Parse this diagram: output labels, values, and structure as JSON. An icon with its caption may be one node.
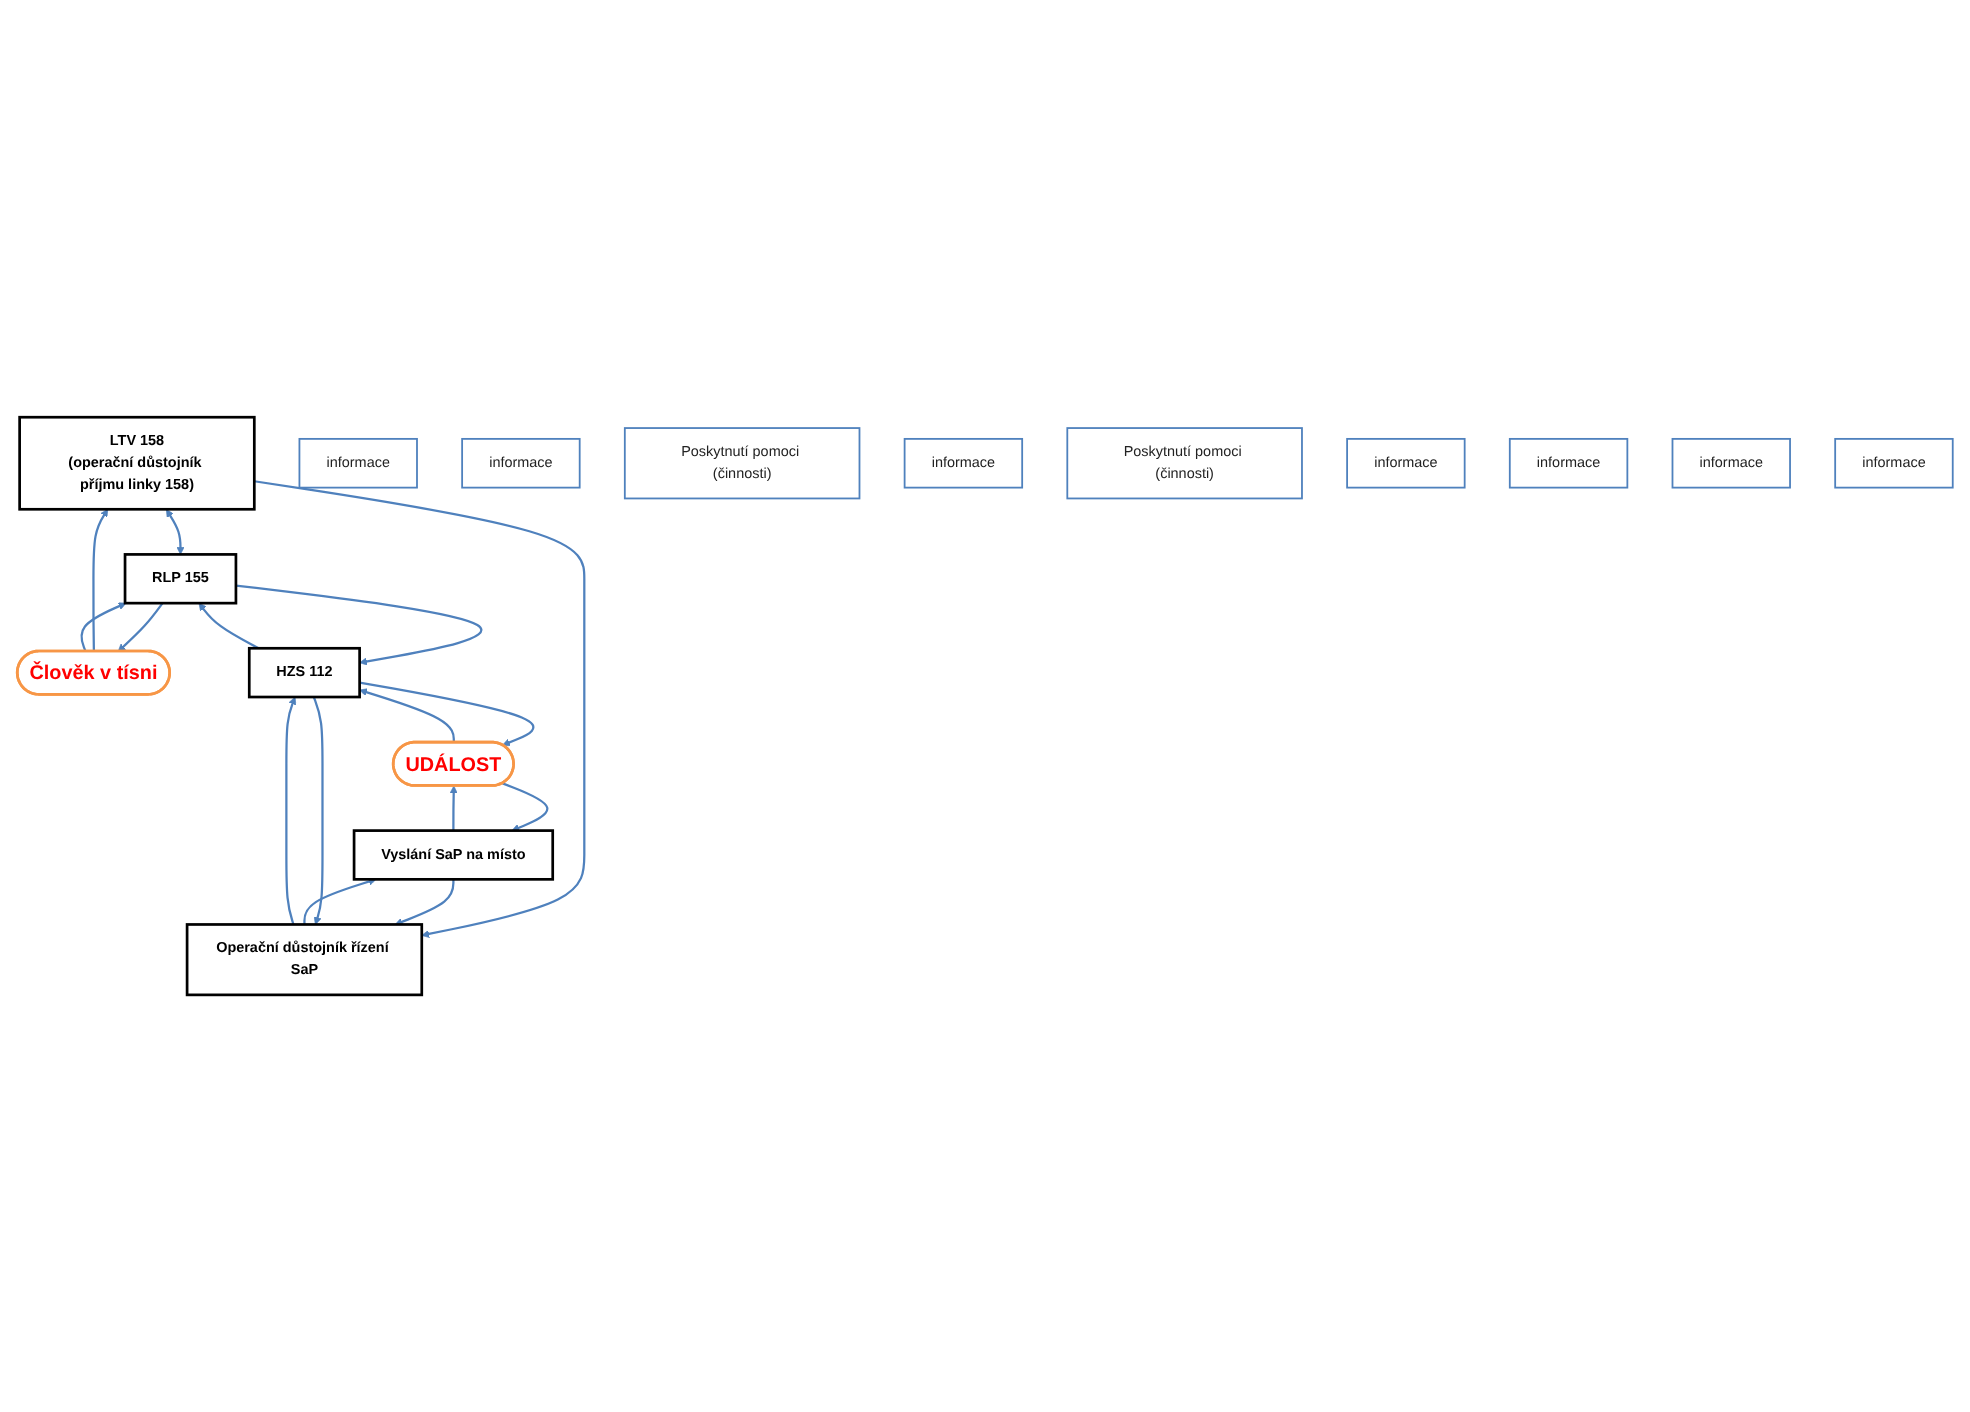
{
  "diagram": {
    "nodes": [
      {
        "text": [
          "LTV 158",
          "(operační důstojník příjmu linky 158)"
        ]
      },
      {
        "text": [
          "informace"
        ]
      },
      {
        "text": [
          "Člověk v tísni"
        ]
      },
      {
        "text": [
          "informace"
        ]
      },
      {
        "text": [
          "RLP 155"
        ]
      },
      {
        "text": [
          "Poskytnutí pomoci (činnosti)"
        ]
      },
      {
        "text": [
          "UDÁLOST"
        ]
      },
      {
        "text": [
          "HZS 112"
        ]
      },
      {
        "text": [
          "informace"
        ]
      },
      {
        "text": [
          "Poskytnutí pomoci (činnosti)"
        ]
      },
      {
        "text": [
          "informace"
        ]
      },
      {
        "text": [
          "informace"
        ]
      },
      {
        "text": [
          "Operační důstojník řízení SaP"
        ]
      },
      {
        "text": [
          "informace"
        ]
      },
      {
        "text": [
          "Vyslání SaP na místo"
        ]
      },
      {
        "text": [
          "informace"
        ]
      }
    ],
    "edges": [
      {
        "from": 0,
        "to": 4,
        "arrow": "both"
      },
      {
        "from": 2,
        "to": 0,
        "arrow": "to"
      },
      {
        "from": 2,
        "to": 4,
        "arrow": "to"
      },
      {
        "from": 4,
        "to": 2,
        "arrow": "to"
      },
      {
        "from": 4,
        "to": 7,
        "arrow": "to"
      },
      {
        "from": 7,
        "to": 4,
        "arrow": "to"
      },
      {
        "from": 7,
        "to": 6,
        "arrow": "to"
      },
      {
        "from": 6,
        "to": 7,
        "arrow": "to"
      },
      {
        "from": 0,
        "to": 12,
        "arrow": "to"
      },
      {
        "from": 14,
        "to": 6,
        "arrow": "to"
      },
      {
        "from": 6,
        "to": 14,
        "arrow": "to"
      },
      {
        "from": 14,
        "to": 12,
        "arrow": "to"
      },
      {
        "from": 12,
        "to": 14,
        "arrow": "to"
      },
      {
        "from": 12,
        "to": 7,
        "arrow": "to"
      },
      {
        "from": 7,
        "to": 12,
        "arrow": "to"
      }
    ]
  }
}
